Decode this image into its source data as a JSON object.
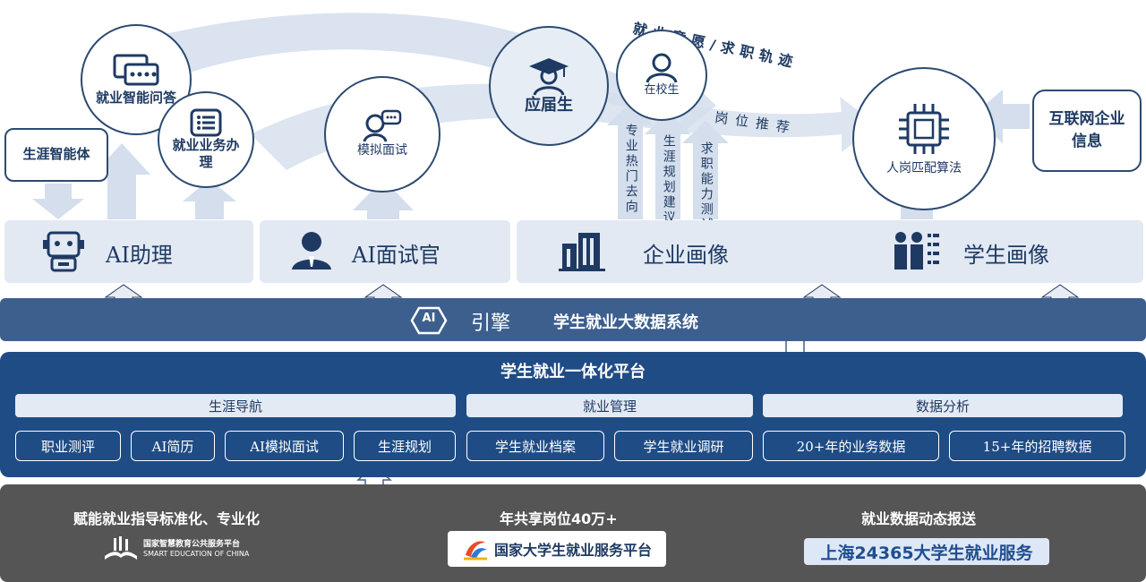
{
  "top": {
    "bubbles": {
      "qa": "就业智能问答",
      "business": "就业业务办理",
      "mock": "模拟面试",
      "graduate": "应届生",
      "student": "在校生",
      "match": "人岗匹配算法"
    },
    "boxes": {
      "career_agent": "生涯智能体",
      "internet_enterprise": "互联网企业信息"
    },
    "curve_labels": {
      "intent": "就业意愿/求职轨迹",
      "recommend": "岗位推荐"
    },
    "vertical_labels": [
      "专业热门去向",
      "生涯规划建议",
      "求职能力测试"
    ]
  },
  "modules": {
    "ai_assistant": "AI助理",
    "ai_interviewer": "AI面试官",
    "enterprise_profile": "企业画像",
    "student_profile": "学生画像"
  },
  "engine": {
    "icon_text": "AI",
    "engine_label": "引擎",
    "system_title": "学生就业大数据系统"
  },
  "platform": {
    "title": "学生就业一体化平台",
    "categories": [
      "生涯导航",
      "就业管理",
      "数据分析"
    ],
    "career_items": [
      "职业测评",
      "AI简历",
      "AI模拟面试",
      "生涯规划"
    ],
    "management_items": [
      "学生就业档案",
      "学生就业调研"
    ],
    "analysis_items": [
      "20+年的业务数据",
      "15+年的招聘数据"
    ]
  },
  "bottom": {
    "col1_title": "赋能就业指导标准化、专业化",
    "col2_title": "年共享岗位40万+",
    "col3_title": "就业数据动态报送",
    "logo1_cn": "国家智慧教育公共服务平台",
    "logo1_en": "SMART EDUCATION OF CHINA",
    "logo2": "国家大学生就业服务平台",
    "logo3": "上海24365大学生就业服务"
  },
  "colors": {
    "navy": "#1f4c85",
    "engine": "#3c5f8e",
    "panel": "#e2e9f3",
    "bottom": "#555555",
    "badge3": "#dde7f6"
  }
}
